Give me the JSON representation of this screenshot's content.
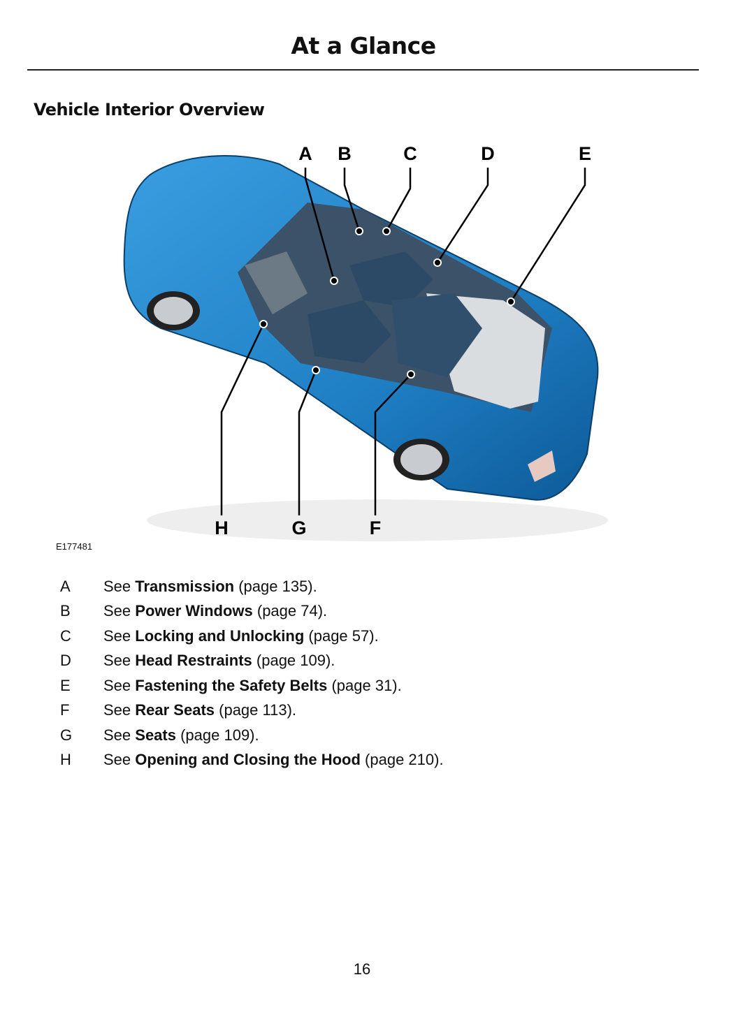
{
  "header": {
    "title": "At a Glance"
  },
  "section_title": "Vehicle Interior Overview",
  "figure": {
    "id": "E177481",
    "callouts": [
      "A",
      "B",
      "C",
      "D",
      "E",
      "F",
      "G",
      "H"
    ]
  },
  "legend": [
    {
      "key": "A",
      "prefix": "See ",
      "topic": "Transmission",
      "suffix": " (page 135)."
    },
    {
      "key": "B",
      "prefix": "See ",
      "topic": "Power Windows",
      "suffix": " (page 74)."
    },
    {
      "key": "C",
      "prefix": "See ",
      "topic": "Locking and Unlocking",
      "suffix": " (page 57)."
    },
    {
      "key": "D",
      "prefix": "See ",
      "topic": "Head Restraints",
      "suffix": " (page 109)."
    },
    {
      "key": "E",
      "prefix": "See ",
      "topic": "Fastening the Safety Belts",
      "suffix": " (page 31)."
    },
    {
      "key": "F",
      "prefix": "See ",
      "topic": "Rear Seats",
      "suffix": " (page 113)."
    },
    {
      "key": "G",
      "prefix": "See ",
      "topic": "Seats",
      "suffix": " (page 109)."
    },
    {
      "key": "H",
      "prefix": "See ",
      "topic": "Opening and Closing the Hood",
      "suffix": " (page 210)."
    }
  ],
  "page_number": "16",
  "colors": {
    "car_body": "#1f7fc4",
    "car_dark": "#0d4f86",
    "interior": "#2a4660",
    "text": "#111111"
  }
}
